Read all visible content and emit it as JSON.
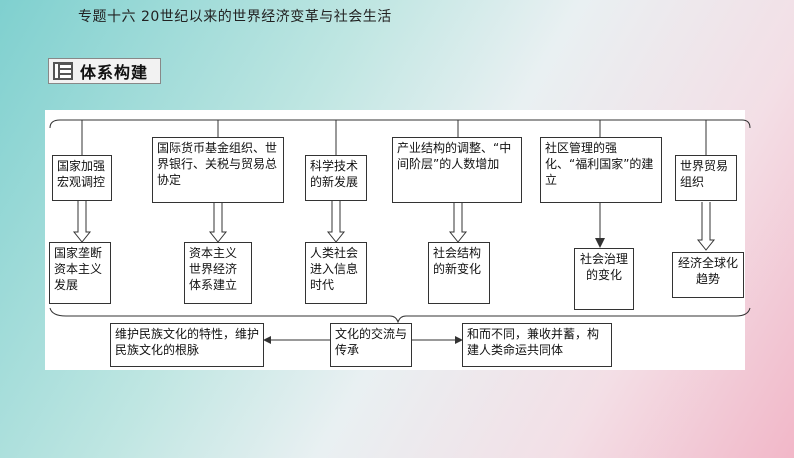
{
  "header": {
    "title": "专题十六  20世纪以来的世界经济变革与社会生活"
  },
  "section": {
    "label": "体系构建"
  },
  "diagram": {
    "top_boxes": [
      "国家加强宏观调控",
      "国际货币基金组织、世界银行、关税与贸易总协定",
      "科学技术的新发展",
      "产业结构的调整、“中间阶层”的人数增加",
      "社区管理的强化、“福利国家”的建立",
      "世界贸易组织"
    ],
    "bottom_boxes": [
      "国家垄断资本主义发展",
      "资本主义世界经济体系建立",
      "人类社会进入信息时代",
      "社会结构的新变化",
      "社会治理的变化",
      "经济全球化趋势"
    ],
    "center_box": "文化的交流与传承",
    "left_box": "维护民族文化的特性，维护民族文化的根脉",
    "right_box": "和而不同，兼收并蓄，构建人类命运共同体"
  }
}
